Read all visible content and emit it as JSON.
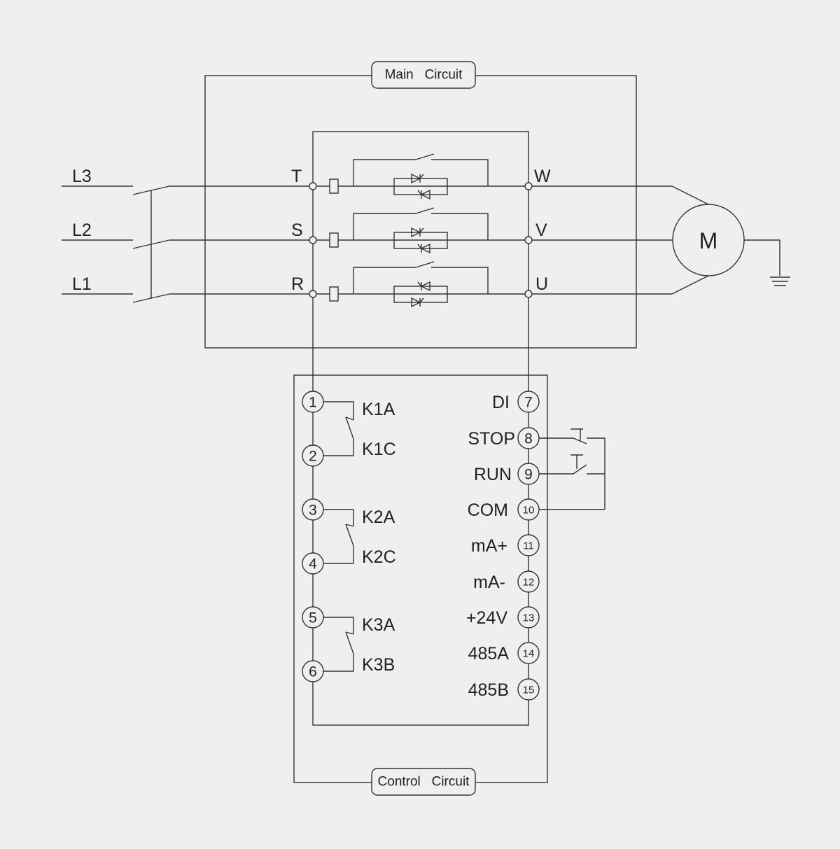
{
  "main_circuit_label": "Main   Circuit",
  "control_circuit_label": "Control   Circuit",
  "lines": {
    "l3": "L3",
    "l2": "L2",
    "l1": "L1"
  },
  "inputs": {
    "t": "T",
    "s": "S",
    "r": "R"
  },
  "outputs": {
    "w": "W",
    "v": "V",
    "u": "U"
  },
  "motor": "M",
  "left_terminals": [
    "1",
    "2",
    "3",
    "4",
    "5",
    "6"
  ],
  "relays": [
    "K1A",
    "K1C",
    "K2A",
    "K2C",
    "K3A",
    "K3B"
  ],
  "right_terminals": [
    "7",
    "8",
    "9",
    "10",
    "11",
    "12",
    "13",
    "14",
    "15"
  ],
  "signals": [
    "DI",
    "STOP",
    "RUN",
    "COM",
    "mA+",
    "mA-",
    "+24V",
    "485A",
    "485B"
  ],
  "colors": {
    "background": "#efefef",
    "line": "#333333"
  }
}
